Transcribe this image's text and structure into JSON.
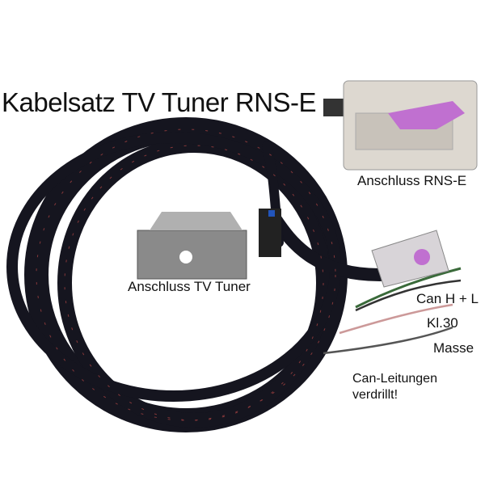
{
  "title": "Kabelsatz TV Tuner RNS-E",
  "labels": {
    "rns_connector": "Anschluss RNS-E",
    "tv_connector": "Anschluss TV Tuner",
    "can": "Can H + L",
    "kl30": "Kl.30",
    "masse": "Masse",
    "note_line1": "Can-Leitungen",
    "note_line2": "verdrillt!"
  },
  "colors": {
    "cable": "#15151f",
    "connector": "#ddd8d0",
    "lock": "#c070d0"
  }
}
